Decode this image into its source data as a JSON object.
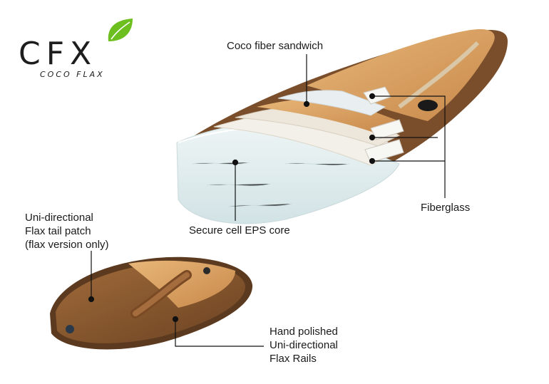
{
  "logo": {
    "wordmark": "CFX",
    "tagline": "COCO FLAX",
    "leaf_color": "#6cbf1f"
  },
  "callouts": {
    "coco_fiber": "Coco fiber sandwich",
    "fiberglass": "Fiberglass",
    "eps_core": "Secure cell EPS core",
    "tail_patch": [
      "Uni-directional",
      "Flax tail patch",
      "(flax version only)"
    ],
    "rails": [
      "Hand polished",
      "Uni-directional",
      "Flax Rails"
    ]
  },
  "colors": {
    "coco": "#c98a4a",
    "coco_light": "#e3b27a",
    "wood": "#8a5a32",
    "wood_dark": "#5a3a1f",
    "foam": "#e6f0f1",
    "glass": "#f3f0ea",
    "leader": "#111111"
  }
}
